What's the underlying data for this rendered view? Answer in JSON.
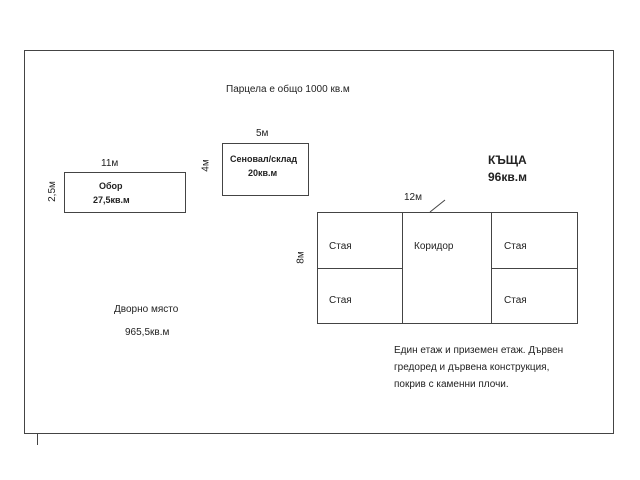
{
  "plot_title": "Парцела е общо 1000 кв.м",
  "barn": {
    "name": "Обор",
    "area": "27,5кв.м",
    "width": "11м",
    "depth": "2,5м"
  },
  "hayloft": {
    "name": "Сеновал/склад",
    "area": "20кв.м",
    "width": "5м",
    "depth": "4м"
  },
  "house": {
    "name": "КЪЩА",
    "area": "96кв.м",
    "width": "12м",
    "depth": "8м",
    "rooms": [
      "Стая",
      "Стая",
      "Коридор",
      "Стая",
      "Стая"
    ],
    "description": [
      "Един етаж и приземен етаж. Дървен",
      "гредоред и дървена конструкция,",
      "покрив с каменни плочи."
    ]
  },
  "yard": {
    "name": "Дворно място",
    "area": "965,5кв.м"
  }
}
